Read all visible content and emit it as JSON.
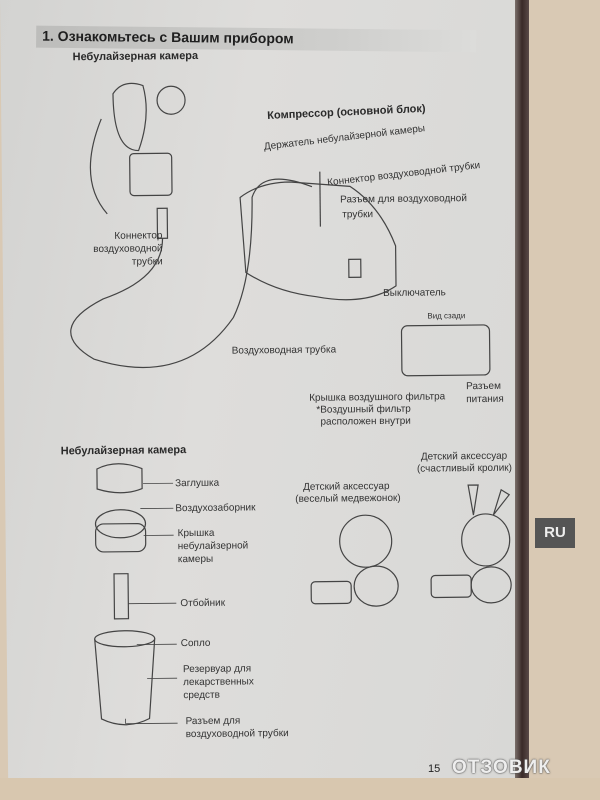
{
  "section_title": "1. Ознакомьтесь с Вашим прибором",
  "top": {
    "nebulizer_heading": "Небулайзерная камера",
    "compressor_heading": "Компрессор (основной блок)",
    "labels": {
      "holder": "Держатель небулайзерной камеры",
      "connector_right": "Коннектор воздуховодной трубки",
      "socket_1": "Разъем для воздуховодной",
      "socket_2": "трубки",
      "switch": "Выключатель",
      "connector_left_1": "Коннектор",
      "connector_left_2": "воздуховодной",
      "connector_left_3": "трубки",
      "tube": "Воздуховодная трубка",
      "rear_view": "Вид сзади",
      "filter_cover": "Крышка воздушного фильтра",
      "filter_note_1": "*Воздушный фильтр",
      "filter_note_2": "расположен внутри",
      "power_1": "Разъем",
      "power_2": "питания"
    }
  },
  "bottom": {
    "heading": "Небулайзерная камера",
    "parts": {
      "cap": "Заглушка",
      "air_intake": "Воздухозаборник",
      "lid_1": "Крышка",
      "lid_2": "небулайзерной",
      "lid_3": "камеры",
      "baffle": "Отбойник",
      "nozzle": "Сопло",
      "reservoir_1": "Резервуар для",
      "reservoir_2": "лекарственных",
      "reservoir_3": "средств",
      "tube_socket_1": "Разъем для",
      "tube_socket_2": "воздуховодной трубки"
    },
    "accessories": {
      "bear_1": "Детский аксессуар",
      "bear_2": "(веселый медвежонок)",
      "rabbit_1": "Детский аксессуар",
      "rabbit_2": "(счастливый кролик)"
    }
  },
  "side_tab": "RU",
  "page_number": "15",
  "watermark": "ОТЗОВИК"
}
